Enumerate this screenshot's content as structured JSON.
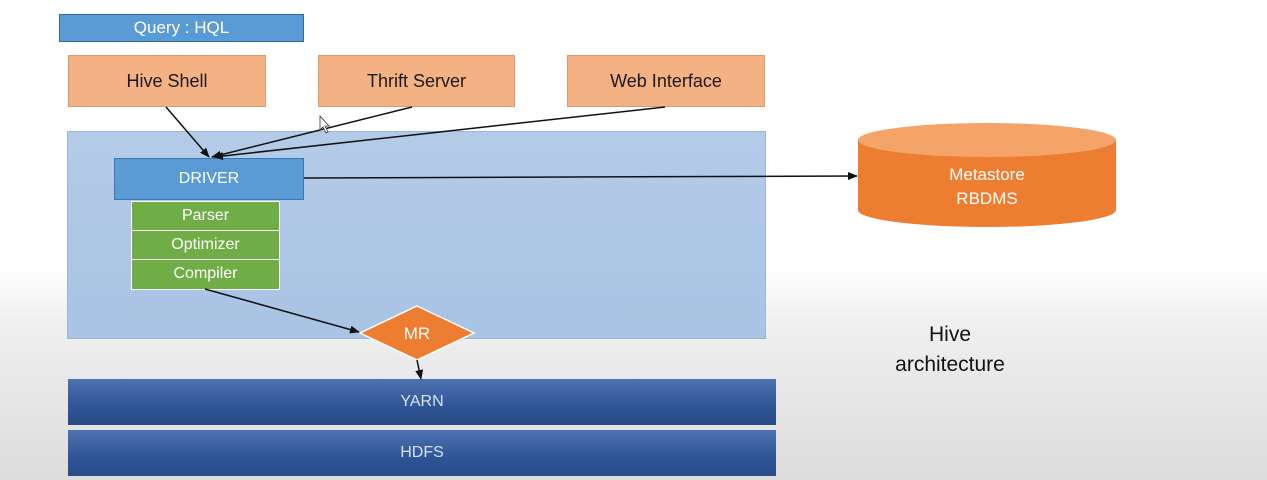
{
  "query_label": "Query : HQL",
  "clients": {
    "hive_shell": "Hive Shell",
    "thrift_server": "Thrift Server",
    "web_interface": "Web Interface"
  },
  "driver": {
    "label": "DRIVER",
    "components": [
      "Parser",
      "Optimizer",
      "Compiler"
    ]
  },
  "metastore": {
    "line1": "Metastore",
    "line2": "RBDMS"
  },
  "mr_label": "MR",
  "layers": {
    "yarn": "YARN",
    "hdfs": "HDFS"
  },
  "caption": {
    "line1": "Hive",
    "line2": "architecture"
  },
  "colors": {
    "client_fill": "#f4b183",
    "driver_fill": "#5b9bd5",
    "component_fill": "#70ad47",
    "metastore_fill": "#ed7d31",
    "mr_fill": "#ed7d31",
    "layer_fill": "#2f5597",
    "hive_region_fill": "#adc6e6"
  }
}
